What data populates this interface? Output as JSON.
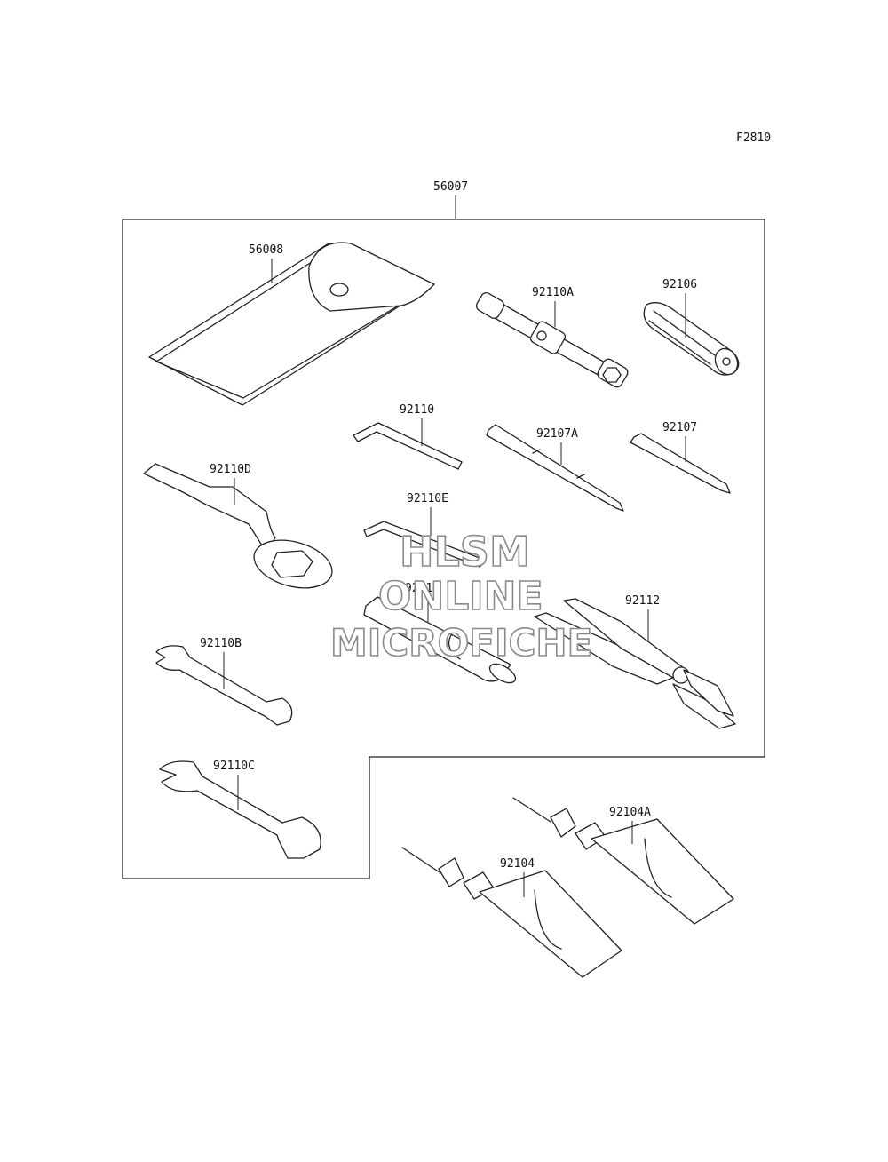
{
  "figure_code": "F2810",
  "assembly": {
    "part_no": "56007"
  },
  "parts": {
    "p56008": "56008",
    "p92110A": "92110A",
    "p92106": "92106",
    "p92110": "92110",
    "p92107A": "92107A",
    "p92107": "92107",
    "p92110D": "92110D",
    "p92110E": "92110E",
    "p92111": "92111",
    "p92112": "92112",
    "p92110B": "92110B",
    "p92110C": "92110C",
    "p92104A": "92104A",
    "p92104": "92104"
  },
  "watermark": {
    "line1": "HLSM",
    "line2": "ONLINE",
    "line3": "MICROFICHE"
  }
}
